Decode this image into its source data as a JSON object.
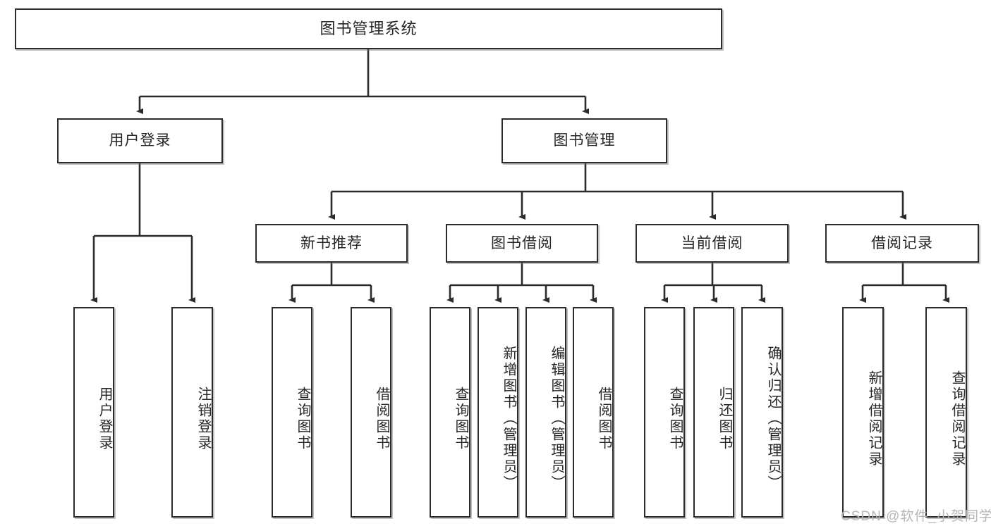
{
  "diagram": {
    "title_node": {
      "label": "图书管理系统"
    },
    "level2": [
      {
        "id": "user-login",
        "label": "用户登录"
      },
      {
        "id": "book-management",
        "label": "图书管理"
      }
    ],
    "level3": [
      {
        "id": "new-book-recommend",
        "label": "新书推荐"
      },
      {
        "id": "book-borrow",
        "label": "图书借阅"
      },
      {
        "id": "current-borrow",
        "label": "当前借阅"
      },
      {
        "id": "borrow-record",
        "label": "借阅记录"
      }
    ],
    "leaves": [
      {
        "id": "leaf-user-login",
        "label": "用户登录",
        "parent": "user-login"
      },
      {
        "id": "leaf-user-logout",
        "label": "注销登录",
        "parent": "user-login"
      },
      {
        "id": "leaf-query-book-1",
        "label": "查询图书",
        "parent": "new-book-recommend"
      },
      {
        "id": "leaf-borrow-book-1",
        "label": "借阅图书",
        "parent": "new-book-recommend"
      },
      {
        "id": "leaf-query-book-2",
        "label": "查询图书",
        "parent": "book-borrow"
      },
      {
        "id": "leaf-add-book",
        "label": "新增图书（管理员）",
        "parent": "book-borrow"
      },
      {
        "id": "leaf-edit-book",
        "label": "编辑图书（管理员）",
        "parent": "book-borrow"
      },
      {
        "id": "leaf-borrow-book-2",
        "label": "借阅图书",
        "parent": "book-borrow"
      },
      {
        "id": "leaf-query-book-3",
        "label": "查询图书",
        "parent": "current-borrow"
      },
      {
        "id": "leaf-return-book",
        "label": "归还图书",
        "parent": "current-borrow"
      },
      {
        "id": "leaf-confirm-return",
        "label": "确认归还（管理员）",
        "parent": "current-borrow"
      },
      {
        "id": "leaf-add-record",
        "label": "新增借阅记录",
        "parent": "borrow-record"
      },
      {
        "id": "leaf-query-record",
        "label": "查询借阅记录",
        "parent": "borrow-record"
      }
    ]
  },
  "watermark": {
    "text": "CSDN @软件_小贺同学"
  },
  "colors": {
    "stroke": "#2b2b2b",
    "fill": "#ffffff",
    "text": "#262626",
    "watermark": "#b6b6b6"
  }
}
